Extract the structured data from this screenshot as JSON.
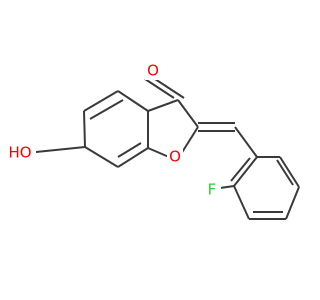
{
  "molecule": {
    "atoms": {
      "carbonyl_oxygen": {
        "label": "O",
        "color": "#ff0000"
      },
      "ring_oxygen": {
        "label": "O",
        "color": "#ff0000"
      },
      "hydroxyl": {
        "label": "HO",
        "color": "#ff0000"
      },
      "fluorine": {
        "label": "F",
        "color": "#33cc33"
      }
    },
    "bond_color": "#3a3a3a"
  }
}
